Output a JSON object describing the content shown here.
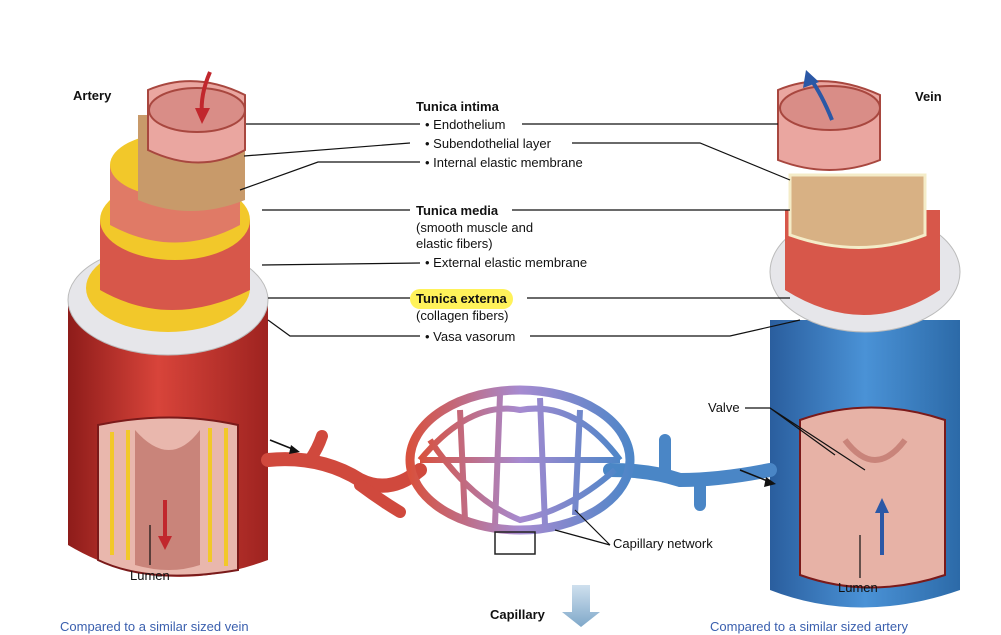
{
  "titles": {
    "artery": "Artery",
    "vein": "Vein"
  },
  "tunica_intima": {
    "heading": "Tunica intima",
    "items": [
      "• Endothelium",
      "• Subendothelial layer",
      "• Internal elastic membrane"
    ]
  },
  "tunica_media": {
    "heading": "Tunica media",
    "desc_line1": "(smooth muscle and",
    "desc_line2": "elastic fibers)",
    "item": "• External elastic membrane"
  },
  "tunica_externa": {
    "heading": "Tunica externa",
    "desc": "(collagen fibers)",
    "item": "• Vasa vasorum"
  },
  "labels": {
    "valve": "Valve",
    "capillary_network": "Capillary network",
    "lumen_artery": "Lumen",
    "lumen_vein": "Lumen",
    "capillary": "Capillary"
  },
  "captions": {
    "artery": "Compared to a similar sized vein",
    "vein": "Compared to a similar sized artery"
  },
  "colors": {
    "artery_red": "#c9312c",
    "vein_blue": "#3b7fc4",
    "elastic_yellow": "#f2c82a",
    "highlight": "#fff25a"
  }
}
